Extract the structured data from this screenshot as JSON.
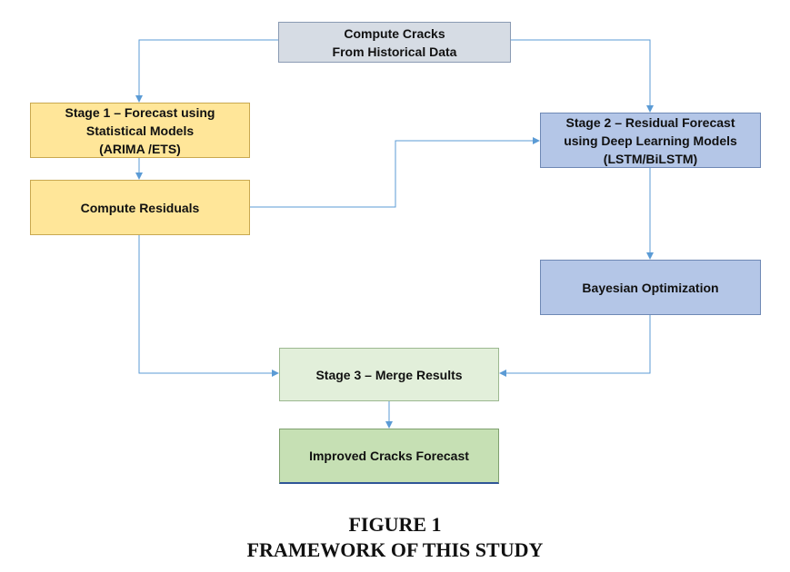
{
  "diagram": {
    "nodes": {
      "source": {
        "label": "Compute Cracks\nFrom Historical Data",
        "fill": "#d6dce4"
      },
      "stage1": {
        "label": "Stage 1 – Forecast using\nStatistical Models\n(ARIMA /ETS)",
        "fill": "#ffe699"
      },
      "residuals": {
        "label": "Compute Residuals",
        "fill": "#ffe699"
      },
      "stage2": {
        "label": "Stage 2 – Residual Forecast\nusing Deep Learning Models\n(LSTM/BiLSTM)",
        "fill": "#b4c6e7"
      },
      "bayes": {
        "label": "Bayesian Optimization",
        "fill": "#b4c6e7"
      },
      "stage3": {
        "label": "Stage 3 – Merge Results",
        "fill": "#e2efda"
      },
      "improved": {
        "label": "Improved Cracks Forecast",
        "fill": "#c6e0b4"
      }
    },
    "edges": [
      {
        "from": "source",
        "to": "stage1"
      },
      {
        "from": "source",
        "to": "stage2"
      },
      {
        "from": "stage1",
        "to": "residuals"
      },
      {
        "from": "residuals",
        "to": "stage2"
      },
      {
        "from": "stage2",
        "to": "bayes"
      },
      {
        "from": "residuals",
        "to": "stage3"
      },
      {
        "from": "bayes",
        "to": "stage3"
      },
      {
        "from": "stage3",
        "to": "improved"
      }
    ],
    "arrow_color": "#5b9bd5"
  },
  "caption": {
    "line1": "FIGURE 1",
    "line2": "FRAMEWORK OF THIS STUDY"
  }
}
